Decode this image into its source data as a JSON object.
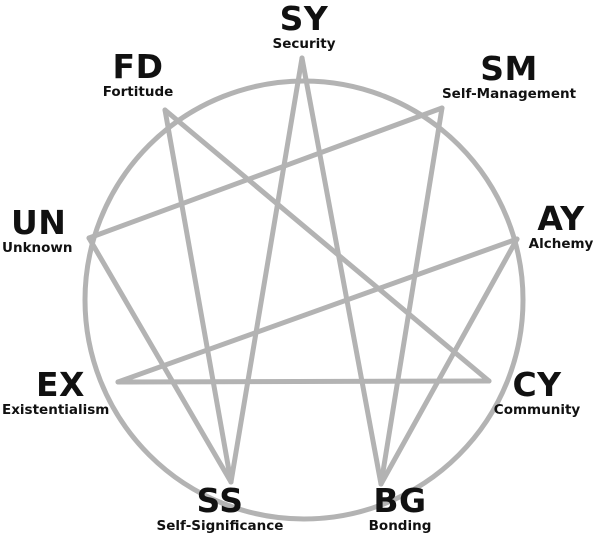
{
  "diagram": {
    "line_color": "#b3b3b3",
    "text_color": "#111111",
    "nodes": [
      {
        "id": "sy",
        "code": "SY",
        "name": "Security"
      },
      {
        "id": "sm",
        "code": "SM",
        "name": "Self-Management"
      },
      {
        "id": "ay",
        "code": "AY",
        "name": "Alchemy"
      },
      {
        "id": "cy",
        "code": "CY",
        "name": "Community"
      },
      {
        "id": "bg",
        "code": "BG",
        "name": "Bonding"
      },
      {
        "id": "ss",
        "code": "SS",
        "name": "Self-Significance"
      },
      {
        "id": "ex",
        "code": "EX",
        "name": "Existentialism"
      },
      {
        "id": "un",
        "code": "UN",
        "name": "Unknown"
      },
      {
        "id": "fd",
        "code": "FD",
        "name": "Fortitude"
      }
    ],
    "edges": [
      [
        "sy",
        "ss"
      ],
      [
        "sy",
        "bg"
      ],
      [
        "ss",
        "fd"
      ],
      [
        "fd",
        "cy"
      ],
      [
        "cy",
        "ex"
      ],
      [
        "ex",
        "ay"
      ],
      [
        "ay",
        "bg"
      ],
      [
        "bg",
        "sm"
      ],
      [
        "sm",
        "un"
      ],
      [
        "un",
        "ss"
      ]
    ]
  }
}
